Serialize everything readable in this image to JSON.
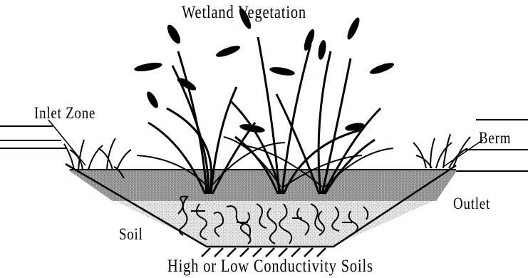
{
  "labels": {
    "vegetation": "Wetland Vegetation",
    "inlet": "Inlet Zone",
    "berm": "Berm",
    "outlet": "Outlet",
    "soil": "Soil",
    "subsoil": "High or Low Conductivity Soils"
  },
  "colors": {
    "ink": "#000000",
    "water": "#8a8a8a",
    "soil": "#d6d6d6",
    "background": "#ffffff"
  }
}
